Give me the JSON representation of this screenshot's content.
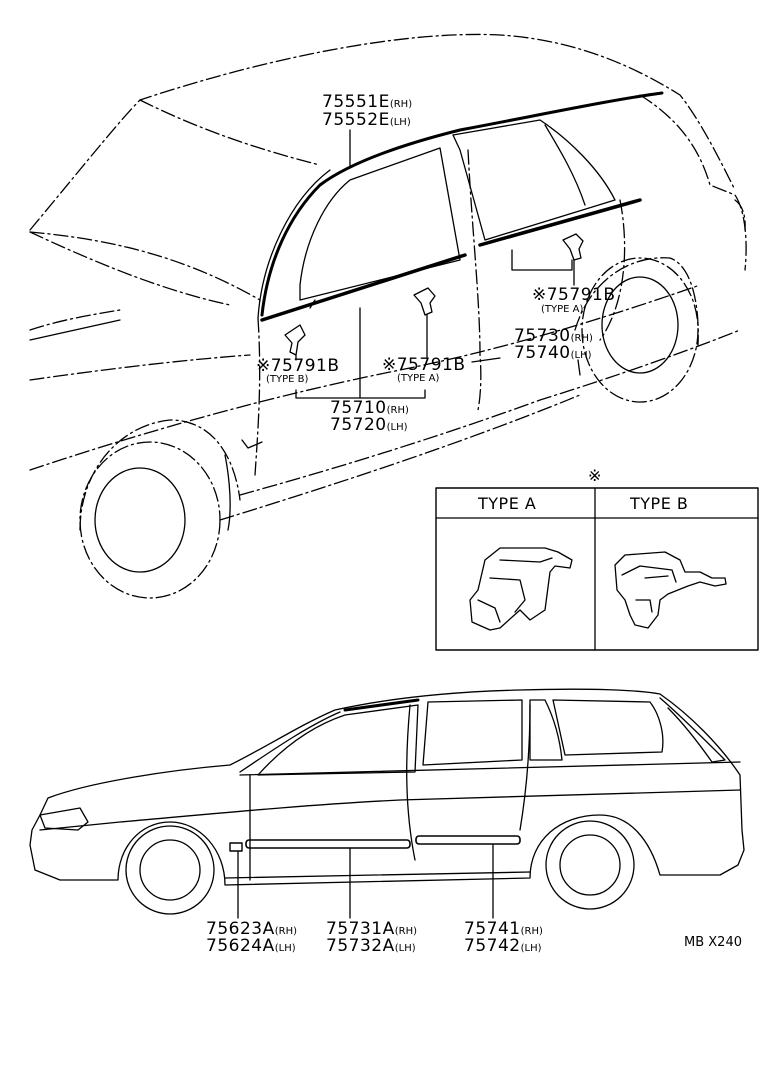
{
  "top_view": {
    "roof_molding": {
      "rh": {
        "part": "75551E",
        "side": "(RH)"
      },
      "lh": {
        "part": "75552E",
        "side": "(LH)"
      }
    },
    "clip_front": {
      "part": "※75791B",
      "type": "(TYPE B)"
    },
    "clip_mid": {
      "part": "※75791B",
      "type": "(TYPE A)"
    },
    "clip_rear": {
      "part": "※75791B",
      "type": "(TYPE A)"
    },
    "belt_molding_front": {
      "rh": {
        "part": "75710",
        "side": "(RH)"
      },
      "lh": {
        "part": "75720",
        "side": "(LH)"
      }
    },
    "belt_molding_rear": {
      "rh": {
        "part": "75730",
        "side": "(RH)"
      },
      "lh": {
        "part": "75740",
        "side": "(LH)"
      }
    }
  },
  "clip_types": {
    "marker": "※",
    "type_a": "TYPE A",
    "type_b": "TYPE B"
  },
  "side_view": {
    "fender_emblem": {
      "rh": {
        "part": "75623A",
        "side": "(RH)"
      },
      "lh": {
        "part": "75624A",
        "side": "(LH)"
      }
    },
    "front_door_molding": {
      "rh": {
        "part": "75731A",
        "side": "(RH)"
      },
      "lh": {
        "part": "75732A",
        "side": "(LH)"
      }
    },
    "rear_door_molding": {
      "rh": {
        "part": "75741",
        "side": "(RH)"
      },
      "lh": {
        "part": "75742",
        "side": "(LH)"
      }
    }
  },
  "diagram_code": "MB X240"
}
